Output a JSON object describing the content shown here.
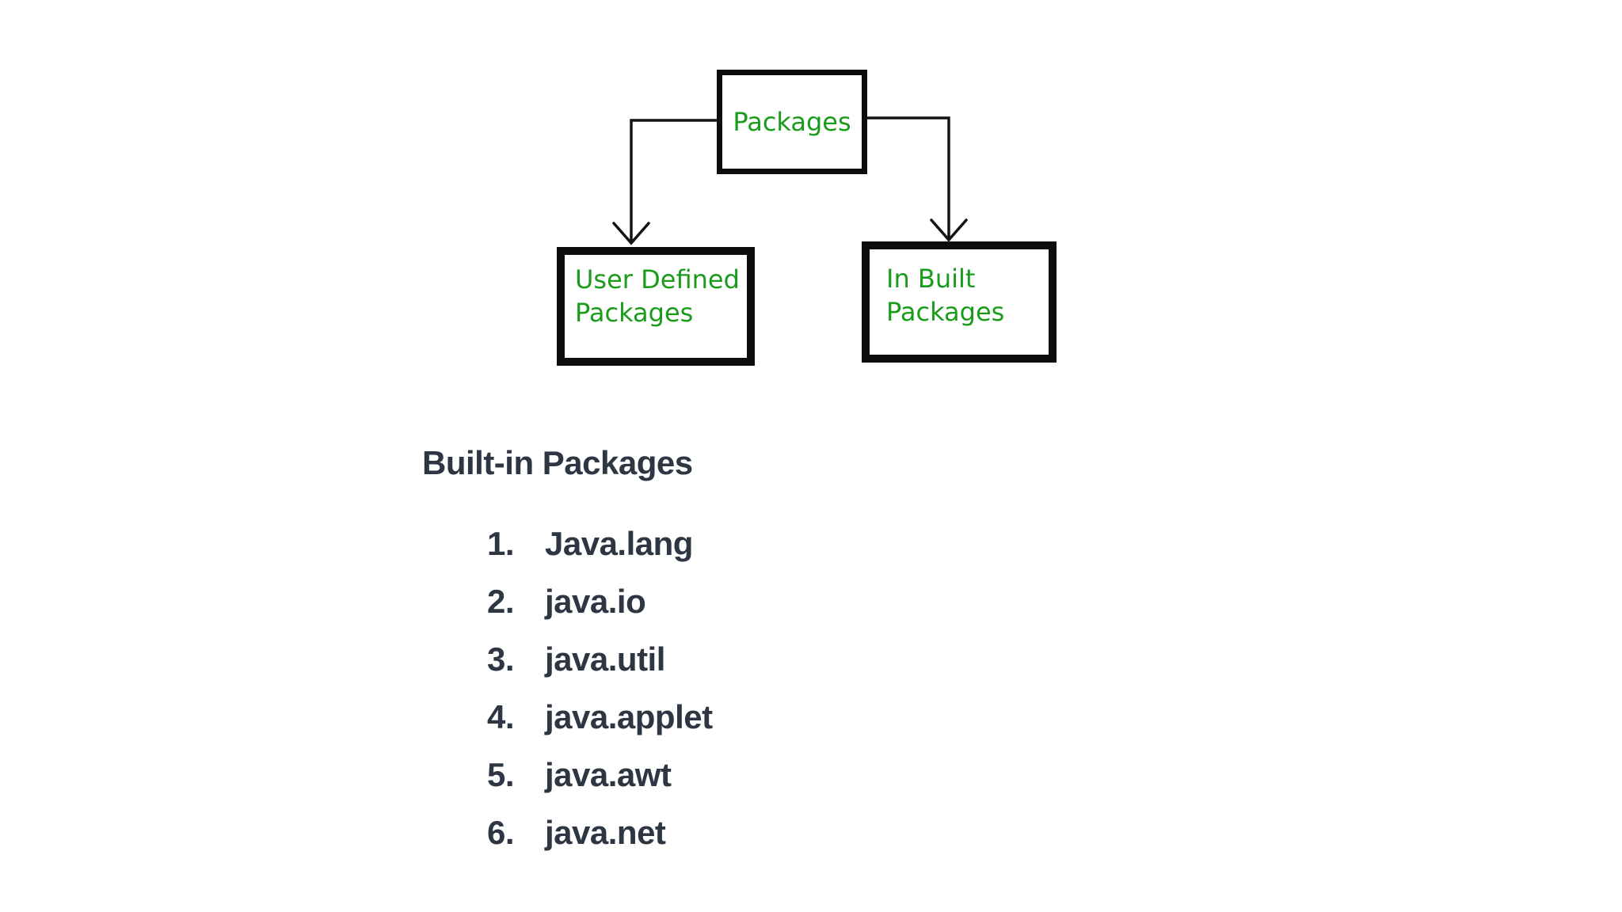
{
  "colors": {
    "background": "#ffffff",
    "node_text": "#1a9c1a",
    "node_border": "#0d0d0d",
    "line": "#141414",
    "list_text": "#2d3642"
  },
  "diagram": {
    "root_label": "Packages",
    "left_label": "User Defined\nPackages",
    "right_label": "In Built\nPackages"
  },
  "list": {
    "title": "Built-in Packages",
    "items": [
      {
        "number": "1.",
        "name": "Java.lang"
      },
      {
        "number": "2.",
        "name": "java.io"
      },
      {
        "number": "3.",
        "name": "java.util"
      },
      {
        "number": "4.",
        "name": "java.applet"
      },
      {
        "number": "5.",
        "name": "java.awt"
      },
      {
        "number": "6.",
        "name": "java.net"
      }
    ]
  }
}
